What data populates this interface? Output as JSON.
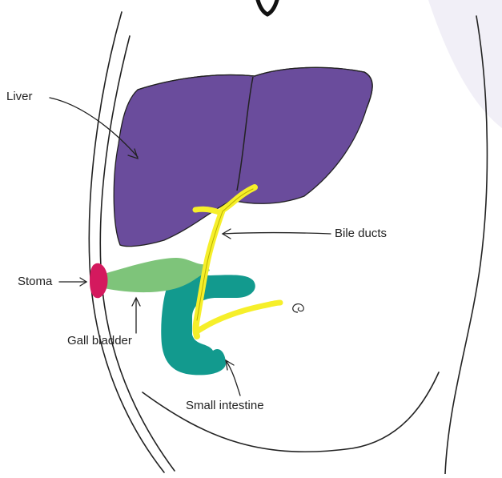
{
  "labels": {
    "liver": "Liver",
    "bile_ducts": "Bile ducts",
    "stoma": "Stoma",
    "gall_bladder": "Gall bladder",
    "small_intestine": "Small intestine"
  },
  "colors": {
    "liver": "#6a4c9c",
    "bile": "#f6ef2a",
    "gall_bladder": "#7ec47a",
    "stoma": "#d4195e",
    "intestine": "#129a8e",
    "outline": "#222222",
    "corner": "#f1eff7"
  }
}
